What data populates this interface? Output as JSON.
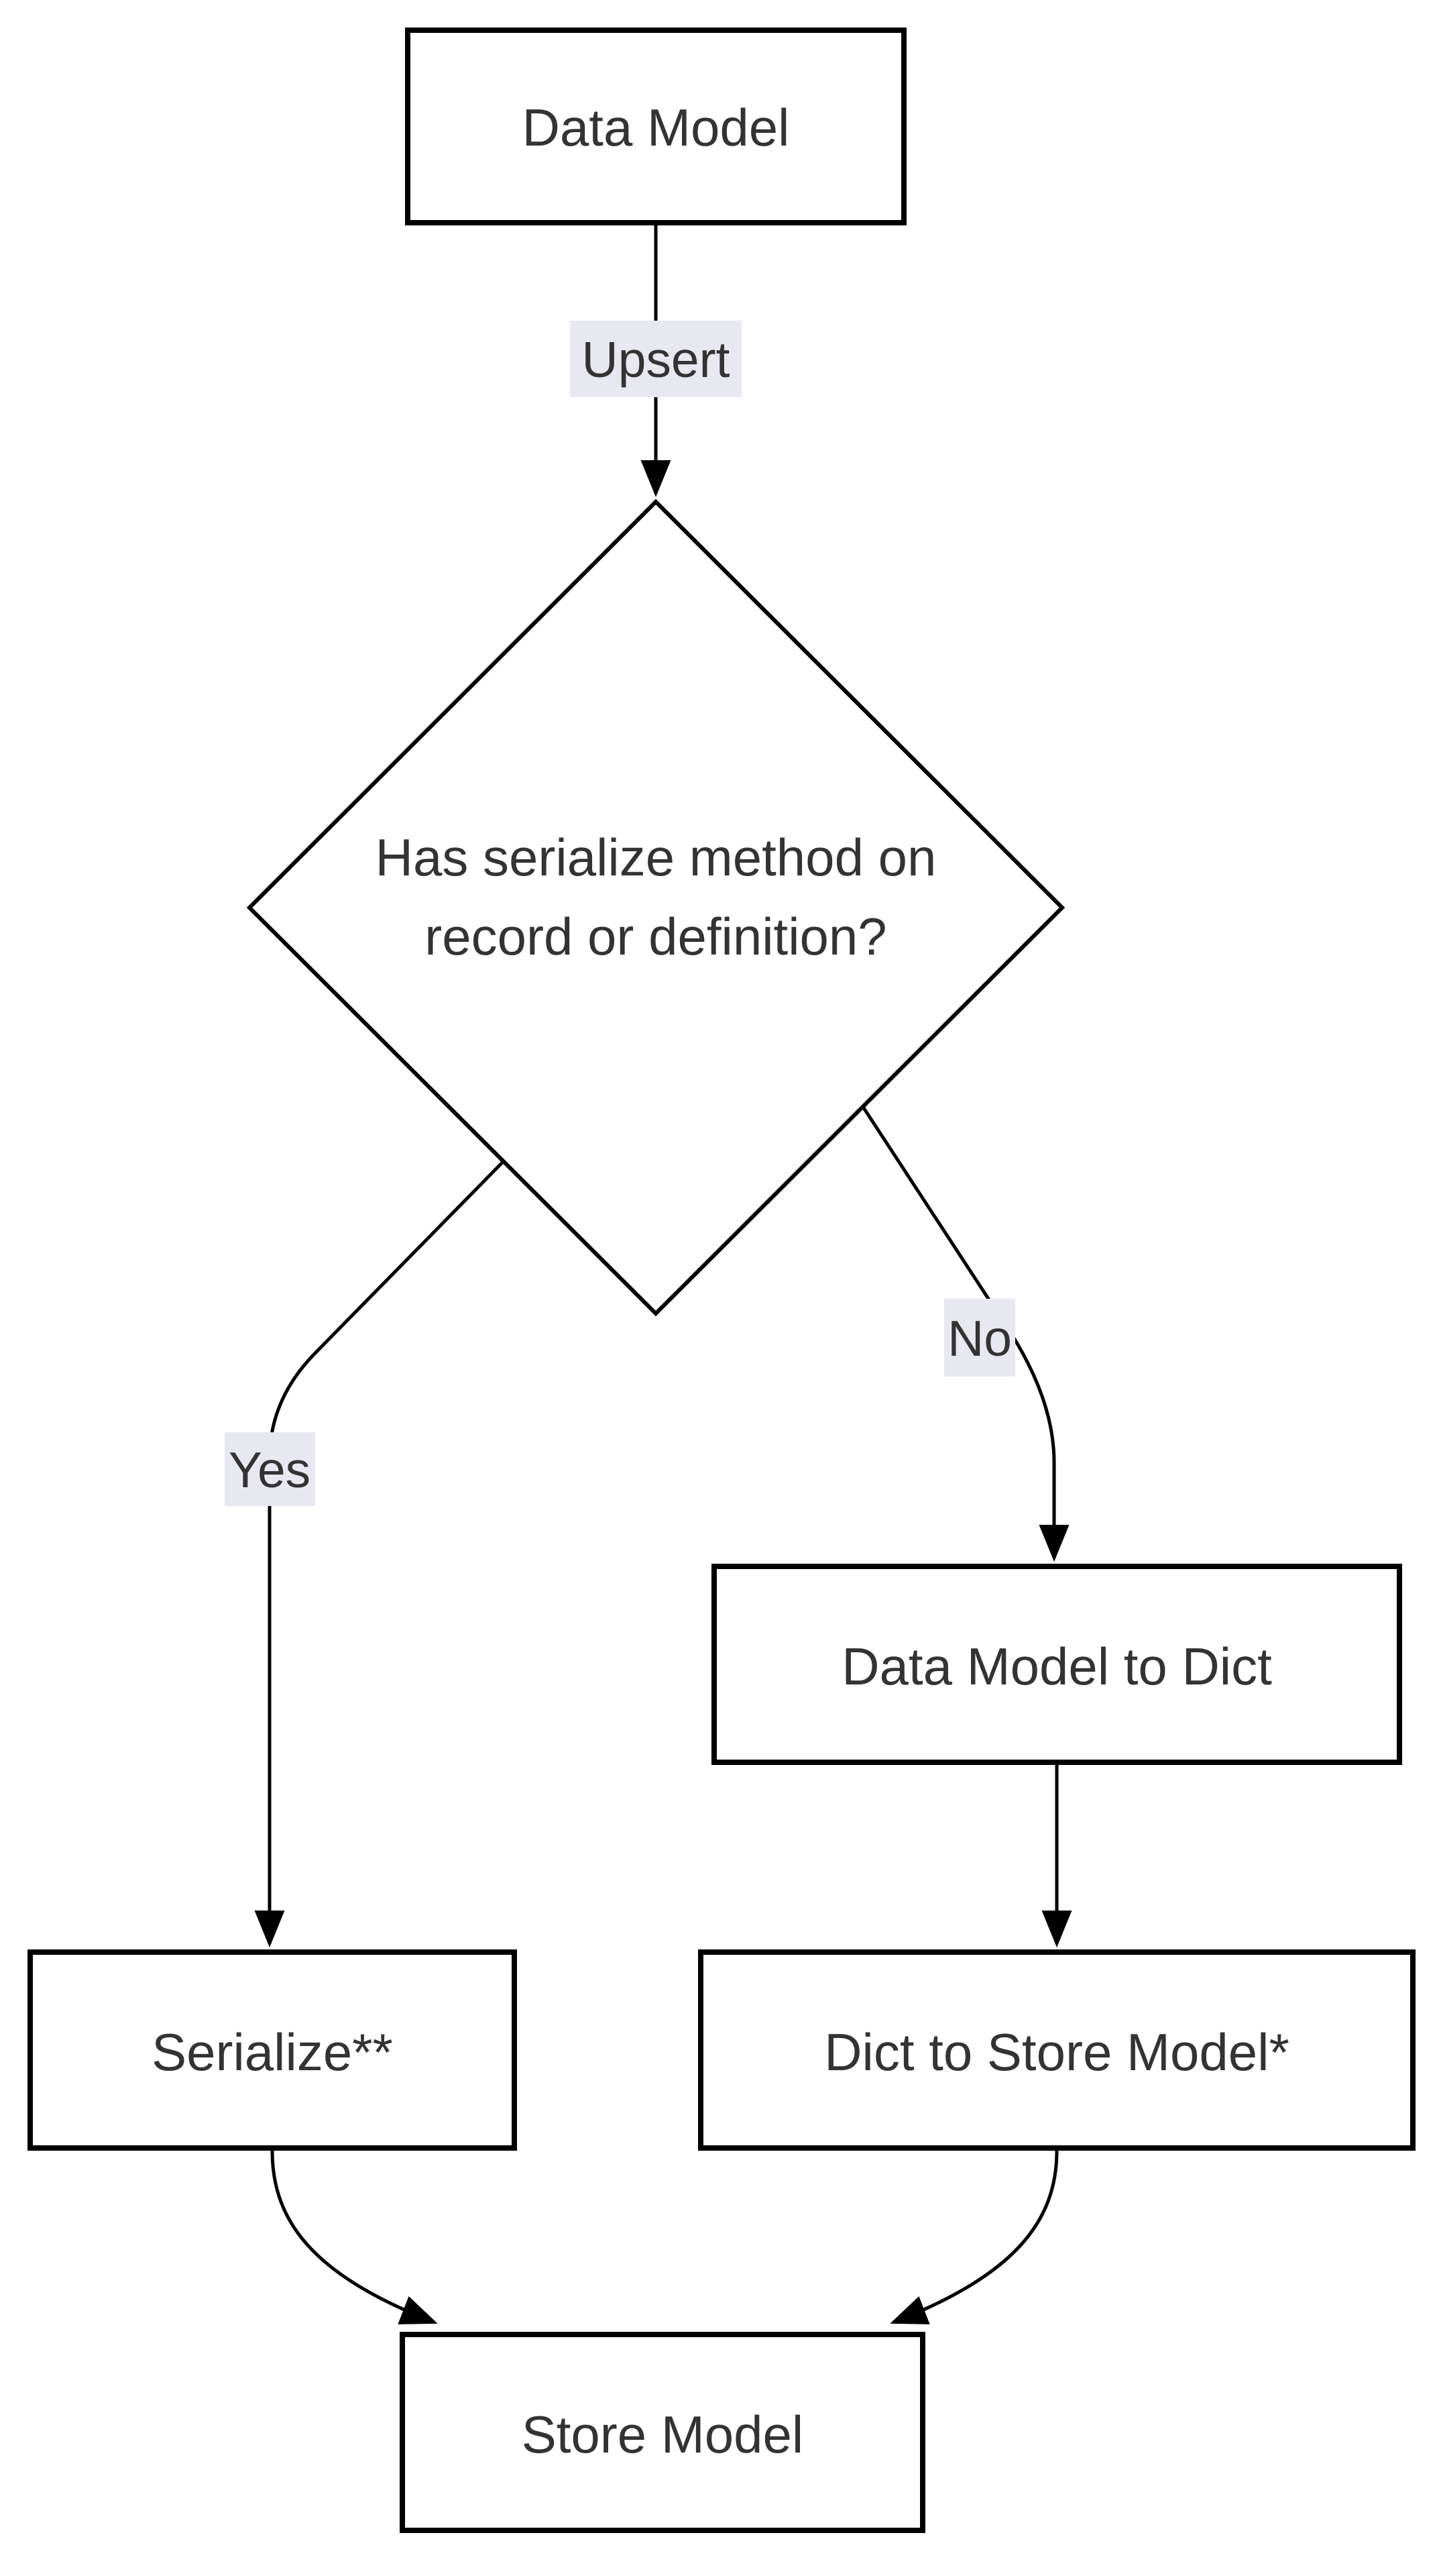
{
  "diagram": {
    "type": "flowchart",
    "direction": "top-down",
    "nodes": {
      "data_model": {
        "label": "Data Model",
        "shape": "rectangle"
      },
      "decision": {
        "shape": "diamond",
        "line1": "Has serialize method on",
        "line2": "record or definition?"
      },
      "data_model_to_dict": {
        "label": "Data Model to Dict",
        "shape": "rectangle"
      },
      "serialize": {
        "label": "Serialize**",
        "shape": "rectangle"
      },
      "dict_to_store_model": {
        "label": "Dict to Store Model*",
        "shape": "rectangle"
      },
      "store_model": {
        "label": "Store Model",
        "shape": "rectangle"
      }
    },
    "edges": {
      "upsert": {
        "from": "data_model",
        "to": "decision",
        "label": "Upsert"
      },
      "yes": {
        "from": "decision",
        "to": "serialize",
        "label": "Yes"
      },
      "no": {
        "from": "decision",
        "to": "data_model_to_dict",
        "label": "No"
      },
      "to_dict_to_store": {
        "from": "data_model_to_dict",
        "to": "dict_to_store_model",
        "label": ""
      },
      "serialize_to_store": {
        "from": "serialize",
        "to": "store_model",
        "label": ""
      },
      "dict_to_store": {
        "from": "dict_to_store_model",
        "to": "store_model",
        "label": ""
      }
    },
    "colors": {
      "background": "#ffffff",
      "node_fill": "#ffffff",
      "node_stroke": "#000000",
      "edge_stroke": "#000000",
      "text": "#333333",
      "edge_label_bg": "#e8e8f0"
    }
  }
}
